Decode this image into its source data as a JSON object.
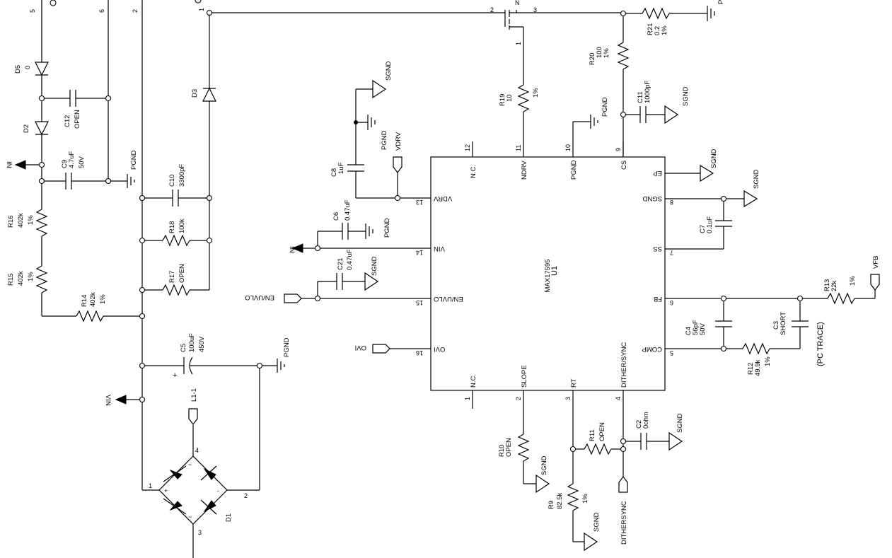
{
  "ic": {
    "ref": "U1",
    "part": "MAX17595",
    "pins": {
      "p1": {
        "num": "1",
        "name": "N.C."
      },
      "p2": {
        "num": "2",
        "name": "SLOPE"
      },
      "p3": {
        "num": "3",
        "name": "RT"
      },
      "p4": {
        "num": "4",
        "name": "DITHER/SYNC"
      },
      "p5": {
        "num": "5",
        "name": "COMP"
      },
      "p6": {
        "num": "6",
        "name": "FB"
      },
      "p7": {
        "num": "7",
        "name": "SS"
      },
      "p8": {
        "num": "8",
        "name": "SGND"
      },
      "p9": {
        "num": "9",
        "name": "CS"
      },
      "p10": {
        "num": "10",
        "name": "PGND"
      },
      "p11": {
        "num": "11",
        "name": "NDRV"
      },
      "p12": {
        "num": "12",
        "name": "N.C."
      },
      "p13": {
        "num": "13",
        "name": "VDRV"
      },
      "p14": {
        "num": "14",
        "name": "VIN"
      },
      "p15": {
        "num": "15",
        "name": "EN/UVLO"
      },
      "p16": {
        "num": "16",
        "name": "OVI"
      },
      "ep": {
        "num": "",
        "name": "EP"
      }
    }
  },
  "parts": {
    "R21": {
      "ref": "R21",
      "v1": "0.2",
      "v2": "1%"
    },
    "R20": {
      "ref": "R20",
      "v1": "100",
      "v2": "1%"
    },
    "C11": {
      "ref": "C11",
      "v1": "1000pF"
    },
    "R19": {
      "ref": "R19",
      "v1": "10",
      "v2": "1%"
    },
    "C8": {
      "ref": "C8",
      "v1": "1uF"
    },
    "C6": {
      "ref": "C6",
      "v1": "0.47uF"
    },
    "C21": {
      "ref": "C21",
      "v1": "0.47uF"
    },
    "C7": {
      "ref": "C7",
      "v1": "0.1uF"
    },
    "C4": {
      "ref": "C4",
      "v1": "56pF",
      "v2": "50V"
    },
    "C3": {
      "ref": "C3",
      "v1": "SHORT"
    },
    "R13": {
      "ref": "R13",
      "v1": "22k",
      "v2": "1%"
    },
    "R12": {
      "ref": "R12",
      "v1": "49.9k",
      "v2": "1%"
    },
    "C2": {
      "ref": "C2",
      "v1": "0ohm"
    },
    "R11": {
      "ref": "R11",
      "v1": "OPEN"
    },
    "R10": {
      "ref": "R10",
      "v1": "OPEN"
    },
    "R9": {
      "ref": "R9",
      "v1": "82.5k",
      "v2": "1%"
    },
    "D5": {
      "ref": "D5",
      "v1": "0"
    },
    "D2": {
      "ref": "D2"
    },
    "D3": {
      "ref": "D3"
    },
    "C12": {
      "ref": "C12",
      "v1": "OPEN"
    },
    "C9": {
      "ref": "C9",
      "v1": "4.7uF",
      "v2": "50V"
    },
    "C10": {
      "ref": "C10",
      "v1": "3300pF"
    },
    "R16": {
      "ref": "R16",
      "v1": "402k",
      "v2": "1%"
    },
    "R15": {
      "ref": "R15",
      "v1": "402k",
      "v2": "1%"
    },
    "R14": {
      "ref": "R14",
      "v1": "402k",
      "v2": "1%"
    },
    "R18": {
      "ref": "R18",
      "v1": "100k"
    },
    "R17": {
      "ref": "R17",
      "v1": "OPEN"
    },
    "C5": {
      "ref": "C5",
      "v1": "100uF",
      "v2": "450V",
      "pol": "+"
    },
    "D1": {
      "ref": "D1"
    }
  },
  "nets": {
    "sgnd": "SGND",
    "pgnd": "PGND",
    "vdrv": "VDRV",
    "vfb": "VFB",
    "en_uvlo": "EN/UVLO",
    "ovi": "OVI",
    "in": "IN",
    "vin": "VIN",
    "dithersync": "DITHERSYNC",
    "l1": "L1-1",
    "pc_trace": "(PC TRACE)",
    "p_cut": "P",
    "n_cut": "N"
  },
  "pin_numbers": {
    "q_g": "1",
    "q_d": "2",
    "q_s": "3",
    "left_5": "5",
    "left_6": "6",
    "left_2": "2",
    "left_1": "1",
    "br_1": "1",
    "br_2": "2",
    "br_3": "3",
    "br_4": "4",
    "br_plus": "+",
    "br_minus": "-",
    "br_ac1": "~",
    "br_ac2": "~"
  }
}
